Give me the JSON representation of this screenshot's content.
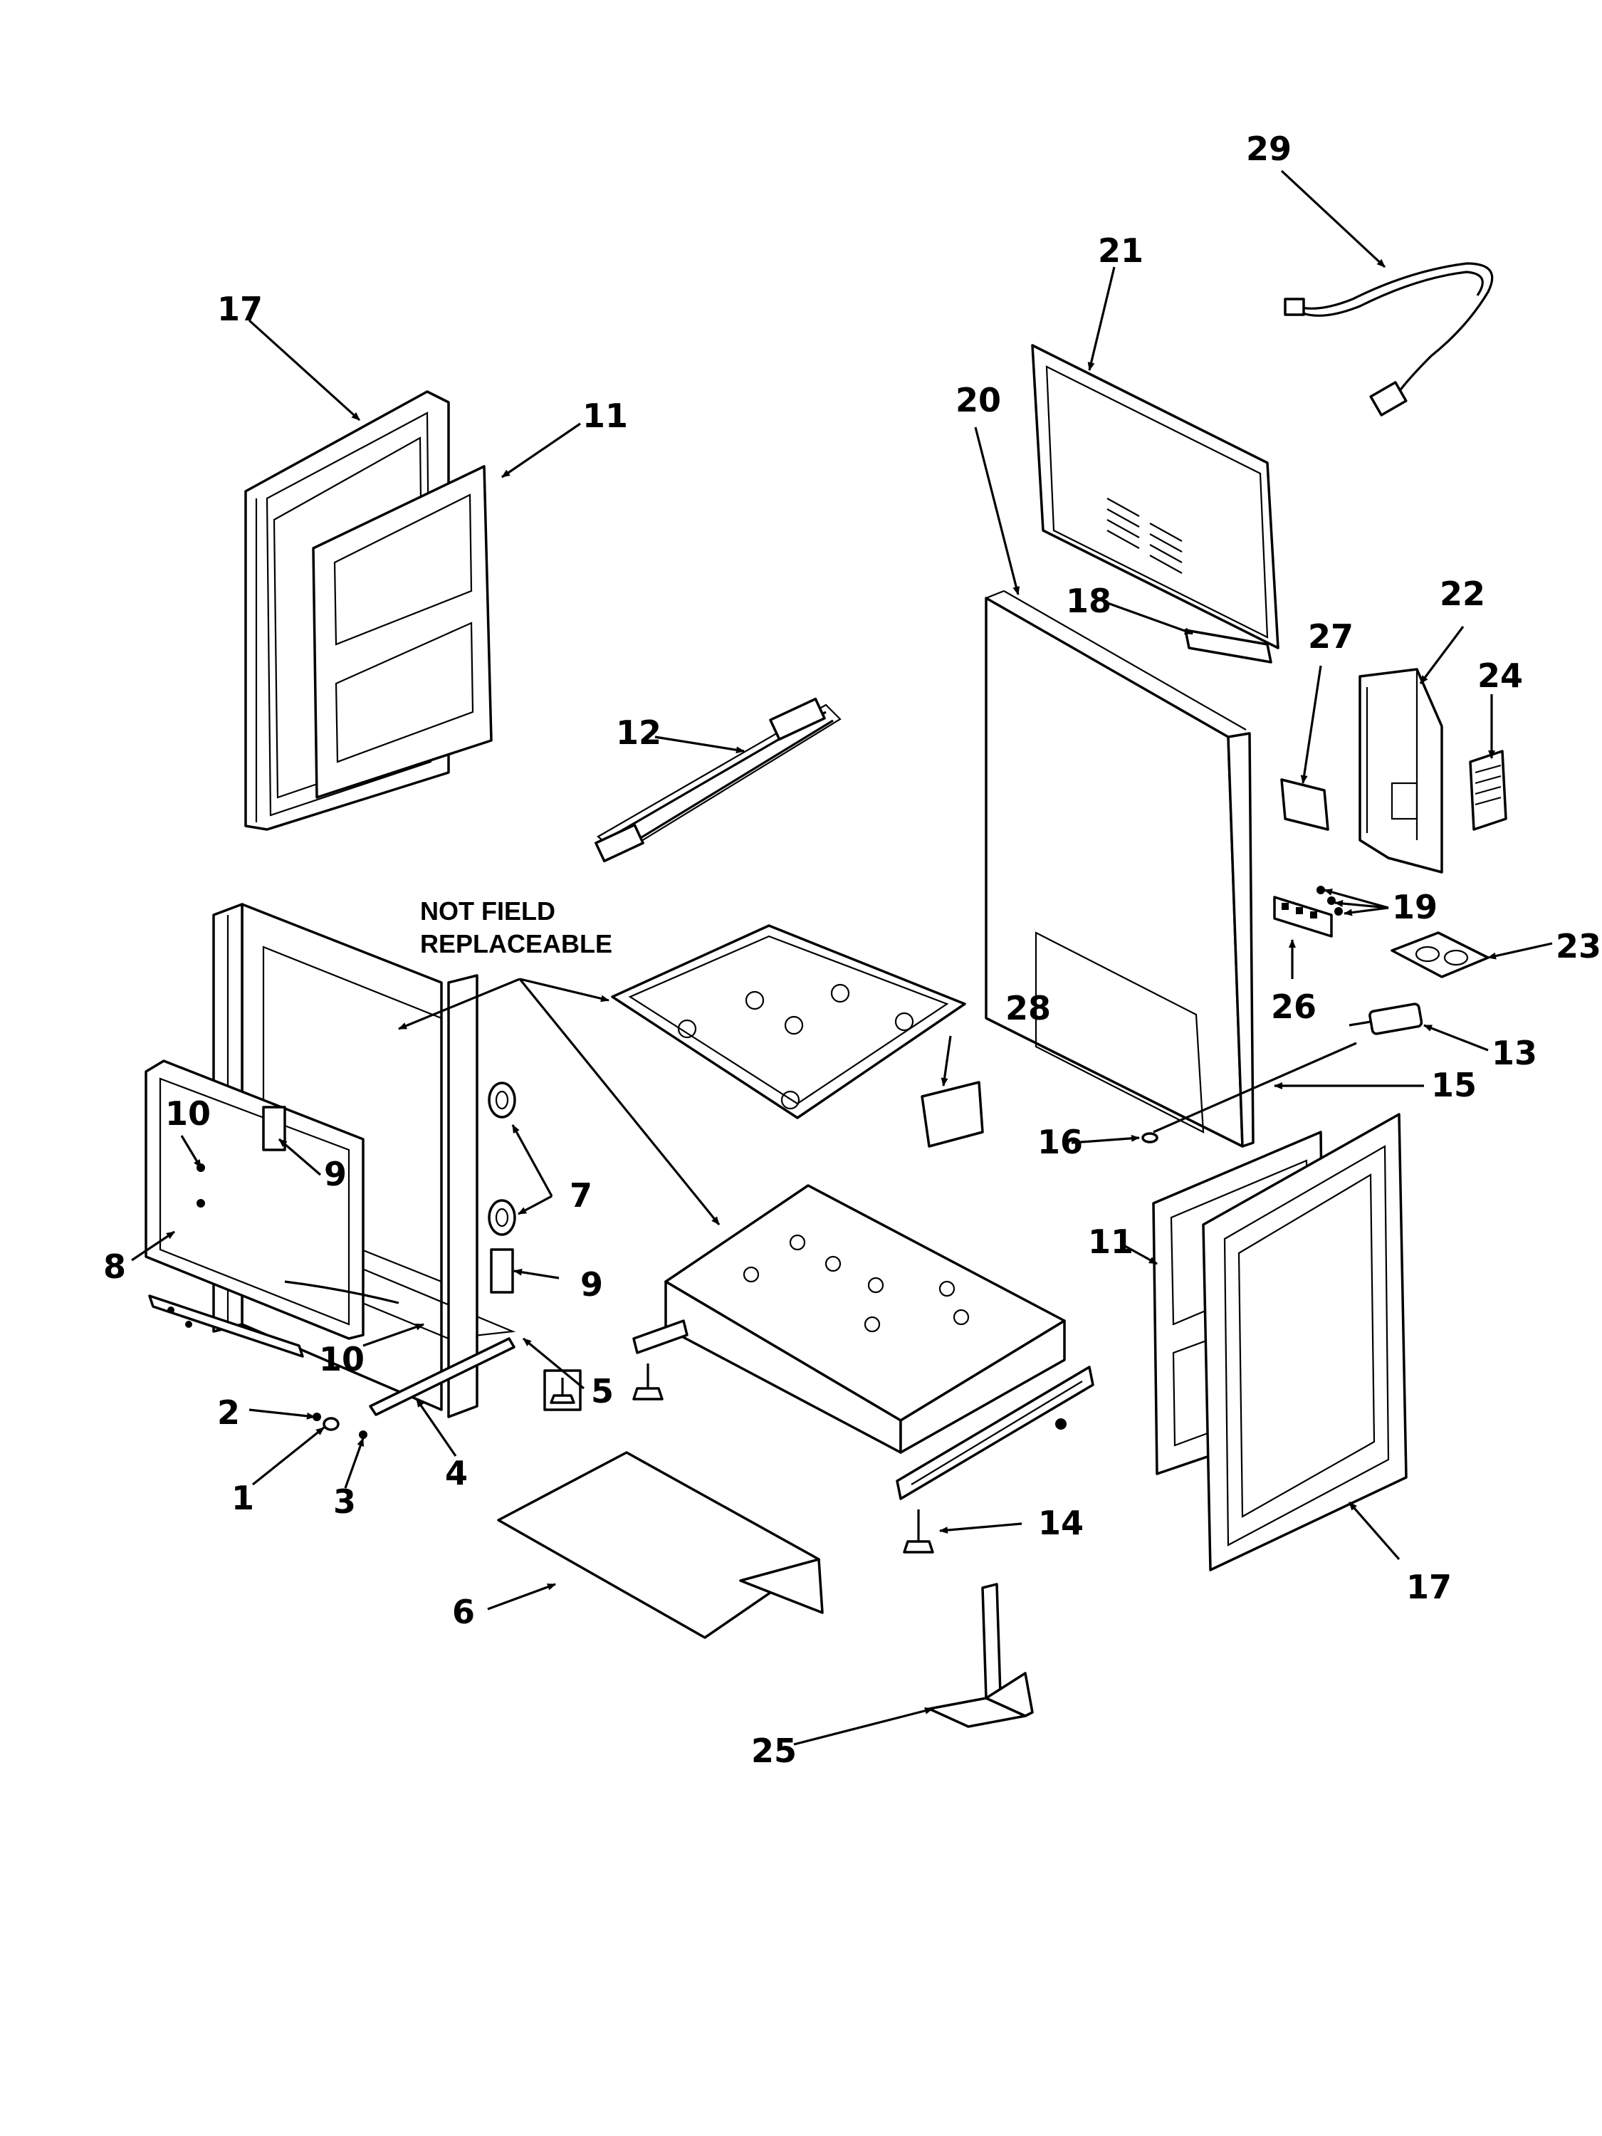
{
  "note": {
    "line1": "NOT FIELD",
    "line2": "REPLACEABLE"
  },
  "callouts": [
    {
      "id": "c17a",
      "text": "17"
    },
    {
      "id": "c11a",
      "text": "11"
    },
    {
      "id": "c29",
      "text": "29"
    },
    {
      "id": "c21",
      "text": "21"
    },
    {
      "id": "c20",
      "text": "20"
    },
    {
      "id": "c18",
      "text": "18"
    },
    {
      "id": "c22",
      "text": "22"
    },
    {
      "id": "c27",
      "text": "27"
    },
    {
      "id": "c24",
      "text": "24"
    },
    {
      "id": "c12",
      "text": "12"
    },
    {
      "id": "c19",
      "text": "19"
    },
    {
      "id": "c23",
      "text": "23"
    },
    {
      "id": "c26",
      "text": "26"
    },
    {
      "id": "c13",
      "text": "13"
    },
    {
      "id": "c28",
      "text": "28"
    },
    {
      "id": "c15",
      "text": "15"
    },
    {
      "id": "c16",
      "text": "16"
    },
    {
      "id": "c10a",
      "text": "10"
    },
    {
      "id": "c9a",
      "text": "9"
    },
    {
      "id": "c7",
      "text": "7"
    },
    {
      "id": "c8",
      "text": "8"
    },
    {
      "id": "c9b",
      "text": "9"
    },
    {
      "id": "c11b",
      "text": "11"
    },
    {
      "id": "c10b",
      "text": "10"
    },
    {
      "id": "c5",
      "text": "5"
    },
    {
      "id": "c2",
      "text": "2"
    },
    {
      "id": "c1",
      "text": "1"
    },
    {
      "id": "c3",
      "text": "3"
    },
    {
      "id": "c4",
      "text": "4"
    },
    {
      "id": "c14",
      "text": "14"
    },
    {
      "id": "c17b",
      "text": "17"
    },
    {
      "id": "c6",
      "text": "6"
    },
    {
      "id": "c25",
      "text": "25"
    }
  ]
}
